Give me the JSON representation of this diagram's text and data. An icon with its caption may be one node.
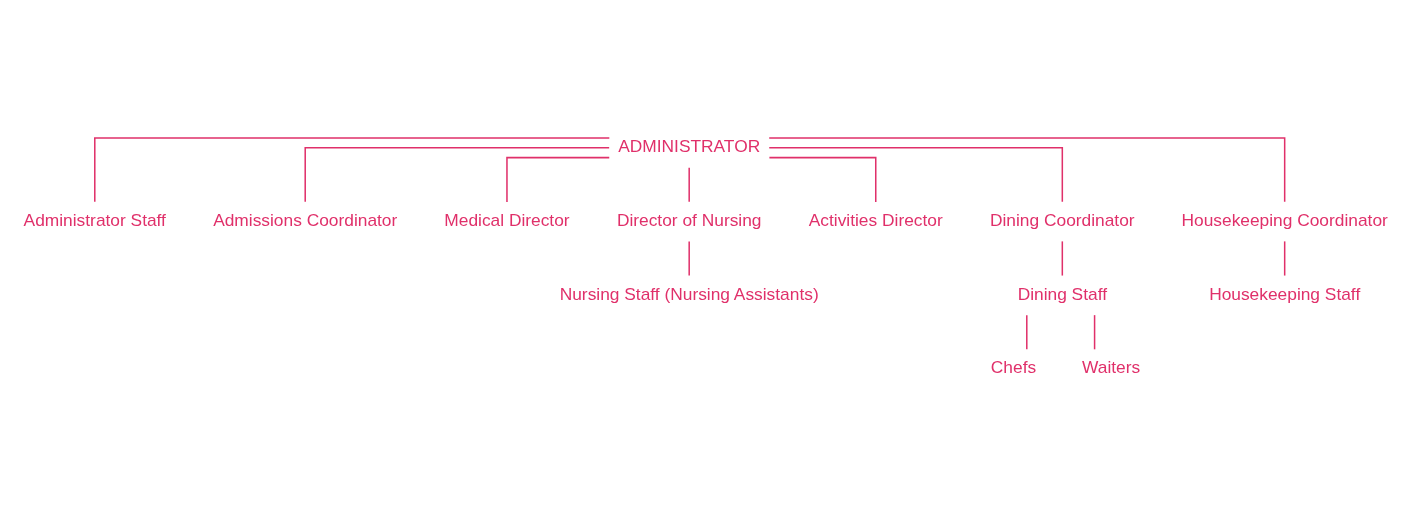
{
  "diagram": {
    "nodes": [
      {
        "text": [
          "ADMINISTRATOR"
        ]
      },
      {
        "text": [
          "Administrator Staff"
        ]
      },
      {
        "text": [
          "Admissions Coordinator"
        ]
      },
      {
        "text": [
          "Medical Director"
        ]
      },
      {
        "text": [
          "Director of Nursing"
        ]
      },
      {
        "text": [
          "Nursing Staff (Nursing Assistants)"
        ]
      },
      {
        "text": [
          "Activities Director"
        ]
      },
      {
        "text": [
          "Dining Coordinator"
        ]
      },
      {
        "text": [
          "Dining Staff"
        ]
      },
      {
        "text": [
          "Chefs"
        ]
      },
      {
        "text": [
          "Waiters"
        ]
      },
      {
        "text": [
          "Housekeeping Coordinator"
        ]
      },
      {
        "text": [
          "Housekeeping Staff"
        ]
      }
    ],
    "edges": [
      {
        "from": 0,
        "to": 1,
        "arrow": "none"
      },
      {
        "from": 0,
        "to": 2,
        "arrow": "none"
      },
      {
        "from": 0,
        "to": 3,
        "arrow": "none"
      },
      {
        "from": 0,
        "to": 4,
        "arrow": "none"
      },
      {
        "from": 0,
        "to": 6,
        "arrow": "none"
      },
      {
        "from": 0,
        "to": 7,
        "arrow": "none"
      },
      {
        "from": 0,
        "to": 11,
        "arrow": "none"
      },
      {
        "from": 4,
        "to": 5,
        "arrow": "none"
      },
      {
        "from": 7,
        "to": 8,
        "arrow": "none"
      },
      {
        "from": 8,
        "to": 9,
        "arrow": "none"
      },
      {
        "from": 8,
        "to": 10,
        "arrow": "none"
      },
      {
        "from": 11,
        "to": 12,
        "arrow": "none"
      }
    ]
  }
}
